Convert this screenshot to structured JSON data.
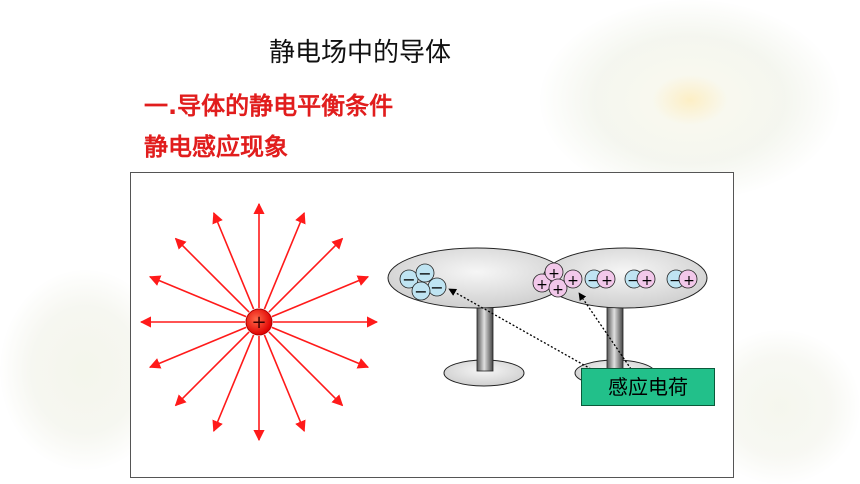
{
  "slide": {
    "title": "静电场中的导体",
    "heading": "一.导体的静电平衡条件",
    "subheading": "静电感应现象"
  },
  "figure": {
    "source_charge_sign": "+",
    "left_charges": [
      "−",
      "−",
      "−",
      "−"
    ],
    "right_charges": [
      "+",
      "+",
      "+",
      "+"
    ],
    "dipoles": [
      {
        "neg": "−",
        "pos": "+"
      },
      {
        "neg": "−",
        "pos": "+"
      },
      {
        "neg": "−",
        "pos": "+"
      }
    ],
    "label": "感应电荷",
    "colors": {
      "field_lines": "#ff1a1a",
      "source_charge": "#ff2a00",
      "negative_charge": "#bfe4f2",
      "positive_charge": "#f2c8ea",
      "label_bg": "#22c08a"
    }
  }
}
